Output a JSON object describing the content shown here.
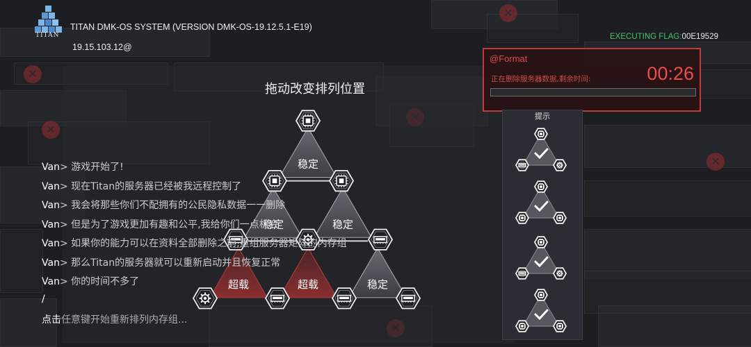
{
  "header": {
    "logo_text": "TITAN",
    "system_title": "TITAN DMK-OS SYSTEM (VERSION DMK-OS-19.12.5.1-E19)",
    "ip": "19.15.103.12@",
    "flag_label": "EXECUTING FLAG:",
    "flag_value": "00E19529"
  },
  "format_panel": {
    "header": "@Format",
    "message": "正在删除服务器数据,剩余时间:",
    "timer": "00:26",
    "progress": 0.0
  },
  "hint_panel": {
    "title": "提示"
  },
  "puzzle": {
    "title": "拖动改变排列位置",
    "tiles": [
      {
        "label": "稳定",
        "state": "stable"
      },
      {
        "label": "稳定",
        "state": "stable"
      },
      {
        "label": "稳定",
        "state": "stable"
      },
      {
        "label": "超载",
        "state": "overload"
      },
      {
        "label": "超载",
        "state": "overload"
      },
      {
        "label": "稳定",
        "state": "stable"
      }
    ]
  },
  "chat": [
    {
      "speaker": "Van",
      "text": "游戏开始了!"
    },
    {
      "speaker": "Van",
      "text": "现在Titan的服务器已经被我远程控制了"
    },
    {
      "speaker": "Van",
      "text": "我会将那些你们不配拥有的公民隐私数据一一删除"
    },
    {
      "speaker": "Van",
      "text": "但是为了游戏更加有趣和公平,我给你们一点机会"
    },
    {
      "speaker": "Van",
      "text": "如果你的能力可以在资料全部删除之前,重组服务器矩阵的内存组"
    },
    {
      "speaker": "Van",
      "text": "那么Titan的服务器就可以重新启动并且恢复正常"
    },
    {
      "speaker": "Van",
      "text": "你的时间不多了"
    }
  ],
  "cursor_line": "/",
  "prompt": {
    "lead": "点击",
    "text": "任意键开始重新排列内存组..."
  },
  "colors": {
    "flag_green": "#46c46a",
    "alert_red": "#e04848",
    "overload_red": "#7a2a2a",
    "tile_gray": "#4a4d53"
  }
}
